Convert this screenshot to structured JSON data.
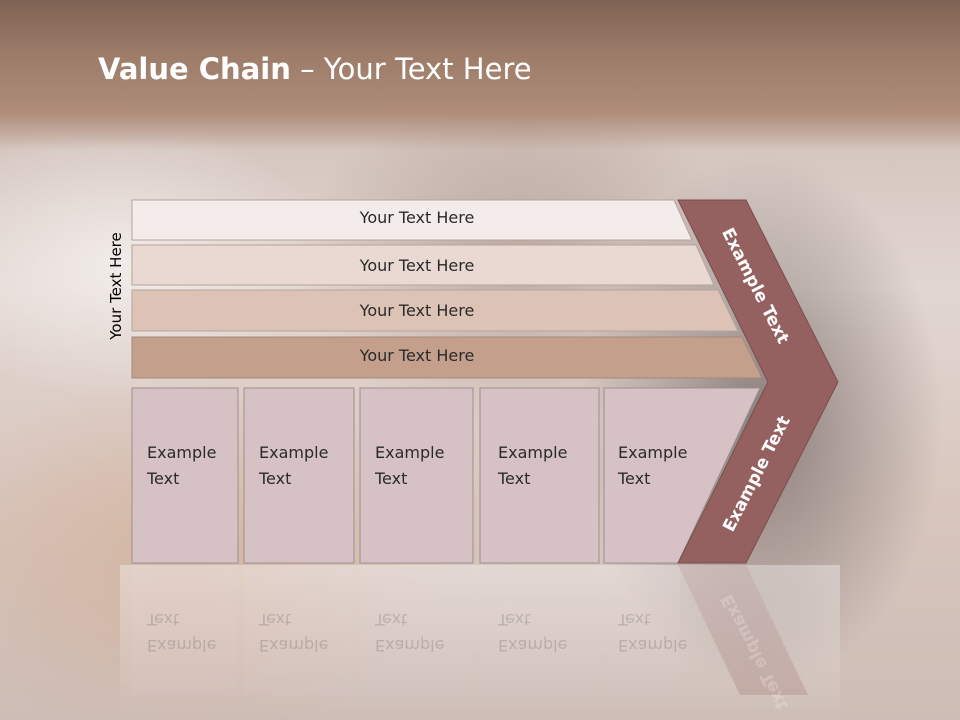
{
  "title": {
    "bold": "Value Chain",
    "rest": " – Your Text Here"
  },
  "side_label": "Your Text Here",
  "rows": [
    "Your Text Here",
    "Your Text Here",
    "Your Text Here",
    "Your Text Here"
  ],
  "columns": [
    {
      "line1": "Example",
      "line2": "Text"
    },
    {
      "line1": "Example",
      "line2": "Text"
    },
    {
      "line1": "Example",
      "line2": "Text"
    },
    {
      "line1": "Example",
      "line2": "Text"
    },
    {
      "line1": "Example",
      "line2": "Text"
    }
  ],
  "arrow": {
    "upper": "Example Text",
    "lower": "Example Text"
  },
  "colors": {
    "row1": "#f4ecea",
    "row2": "#ead9d2",
    "row3": "#dcc3b6",
    "row4": "#c4a08c",
    "column": "#d6c2c5",
    "arrow": "#946060"
  }
}
